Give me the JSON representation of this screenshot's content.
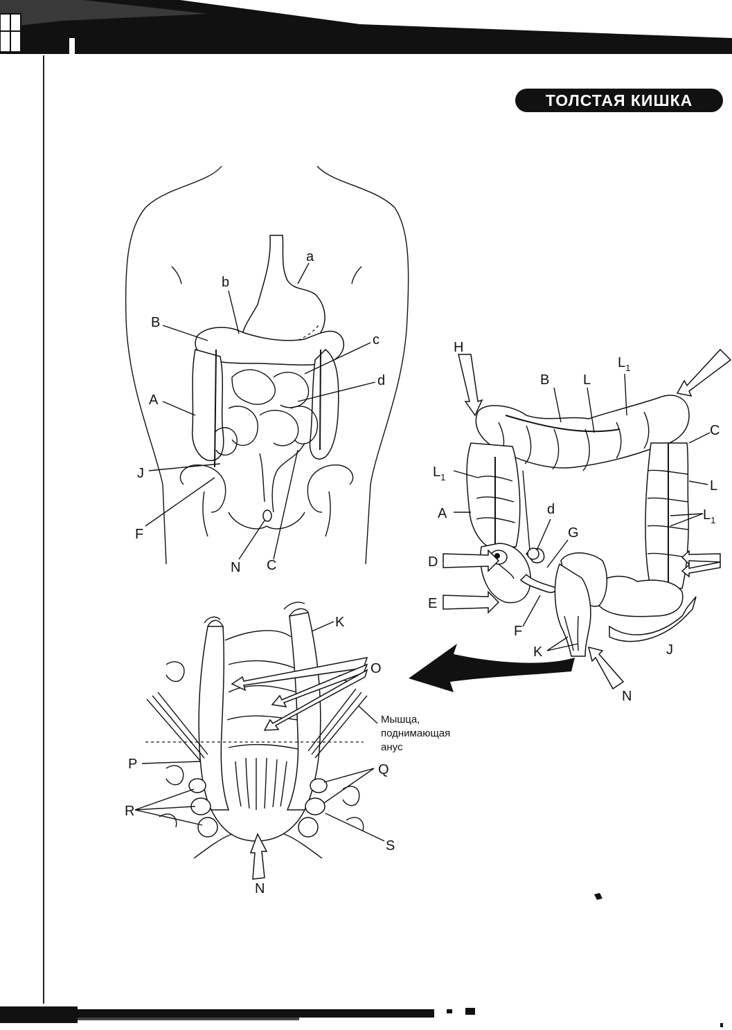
{
  "title": "ТОЛСТАЯ КИШКА",
  "figure1": {
    "labels": [
      "a",
      "b",
      "B",
      "c",
      "d",
      "A",
      "J",
      "F",
      "N",
      "C"
    ]
  },
  "figure2": {
    "labels": [
      "H",
      "B",
      "L",
      "L",
      "C",
      "L",
      "L",
      "L",
      "A",
      "d",
      "G",
      "D",
      "E",
      "F",
      "K",
      "N",
      "J"
    ],
    "subscript": "1"
  },
  "figure3": {
    "labels": [
      "K",
      "O",
      "P",
      "Q",
      "R",
      "S",
      "N"
    ],
    "muscle_label_lines": [
      "Мышца,",
      "поднимающая",
      "анус"
    ]
  }
}
